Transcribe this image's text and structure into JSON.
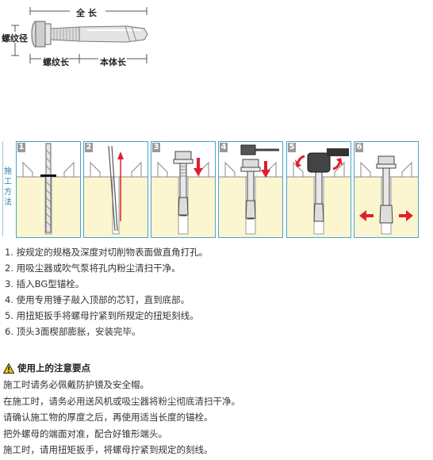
{
  "dimensions": {
    "total_length": "全 长",
    "thread_diameter": "螺纹径",
    "thread_length": "螺纹长",
    "body_length": "本体长"
  },
  "method": {
    "label_chars": [
      "施",
      "工",
      "方",
      "法"
    ],
    "panel_numbers": [
      "1",
      "2",
      "3",
      "4",
      "5",
      "6"
    ]
  },
  "steps": [
    "1. 按规定的规格及深度对切削物表面做直角打孔。",
    "2. 用吸尘器或吹气泵将孔内粉尘清扫干净。",
    "3. 插入BG型锚栓。",
    "4. 使用专用锤子敲入顶部的芯钉，直到底部。",
    "5. 用扭矩扳手将螺母拧紧到所规定的扭矩刻线。",
    "6. 顶头3面楔部膨胀，安装完毕。"
  ],
  "notes": {
    "title": "使用上的注意要点",
    "items": [
      "施工时请务必佩戴防护镜及安全帽。",
      "在施工时，请务必用送风机或吸尘器将粉尘彻底清扫干净。",
      "请确认施工物的厚度之后，再使用适当长度的锚栓。",
      "把外螺母的端面对准，配合好锥形端头。",
      "施工时，请用扭矩扳手，将螺母拧紧到规定的刻线。"
    ]
  },
  "colors": {
    "panel_border": "#4aa3c8",
    "concrete": "#fbf6cf",
    "number_badge": "#9a9a9a",
    "arrow_red": "#e0202a",
    "label_blue": "#2a7fb0"
  }
}
